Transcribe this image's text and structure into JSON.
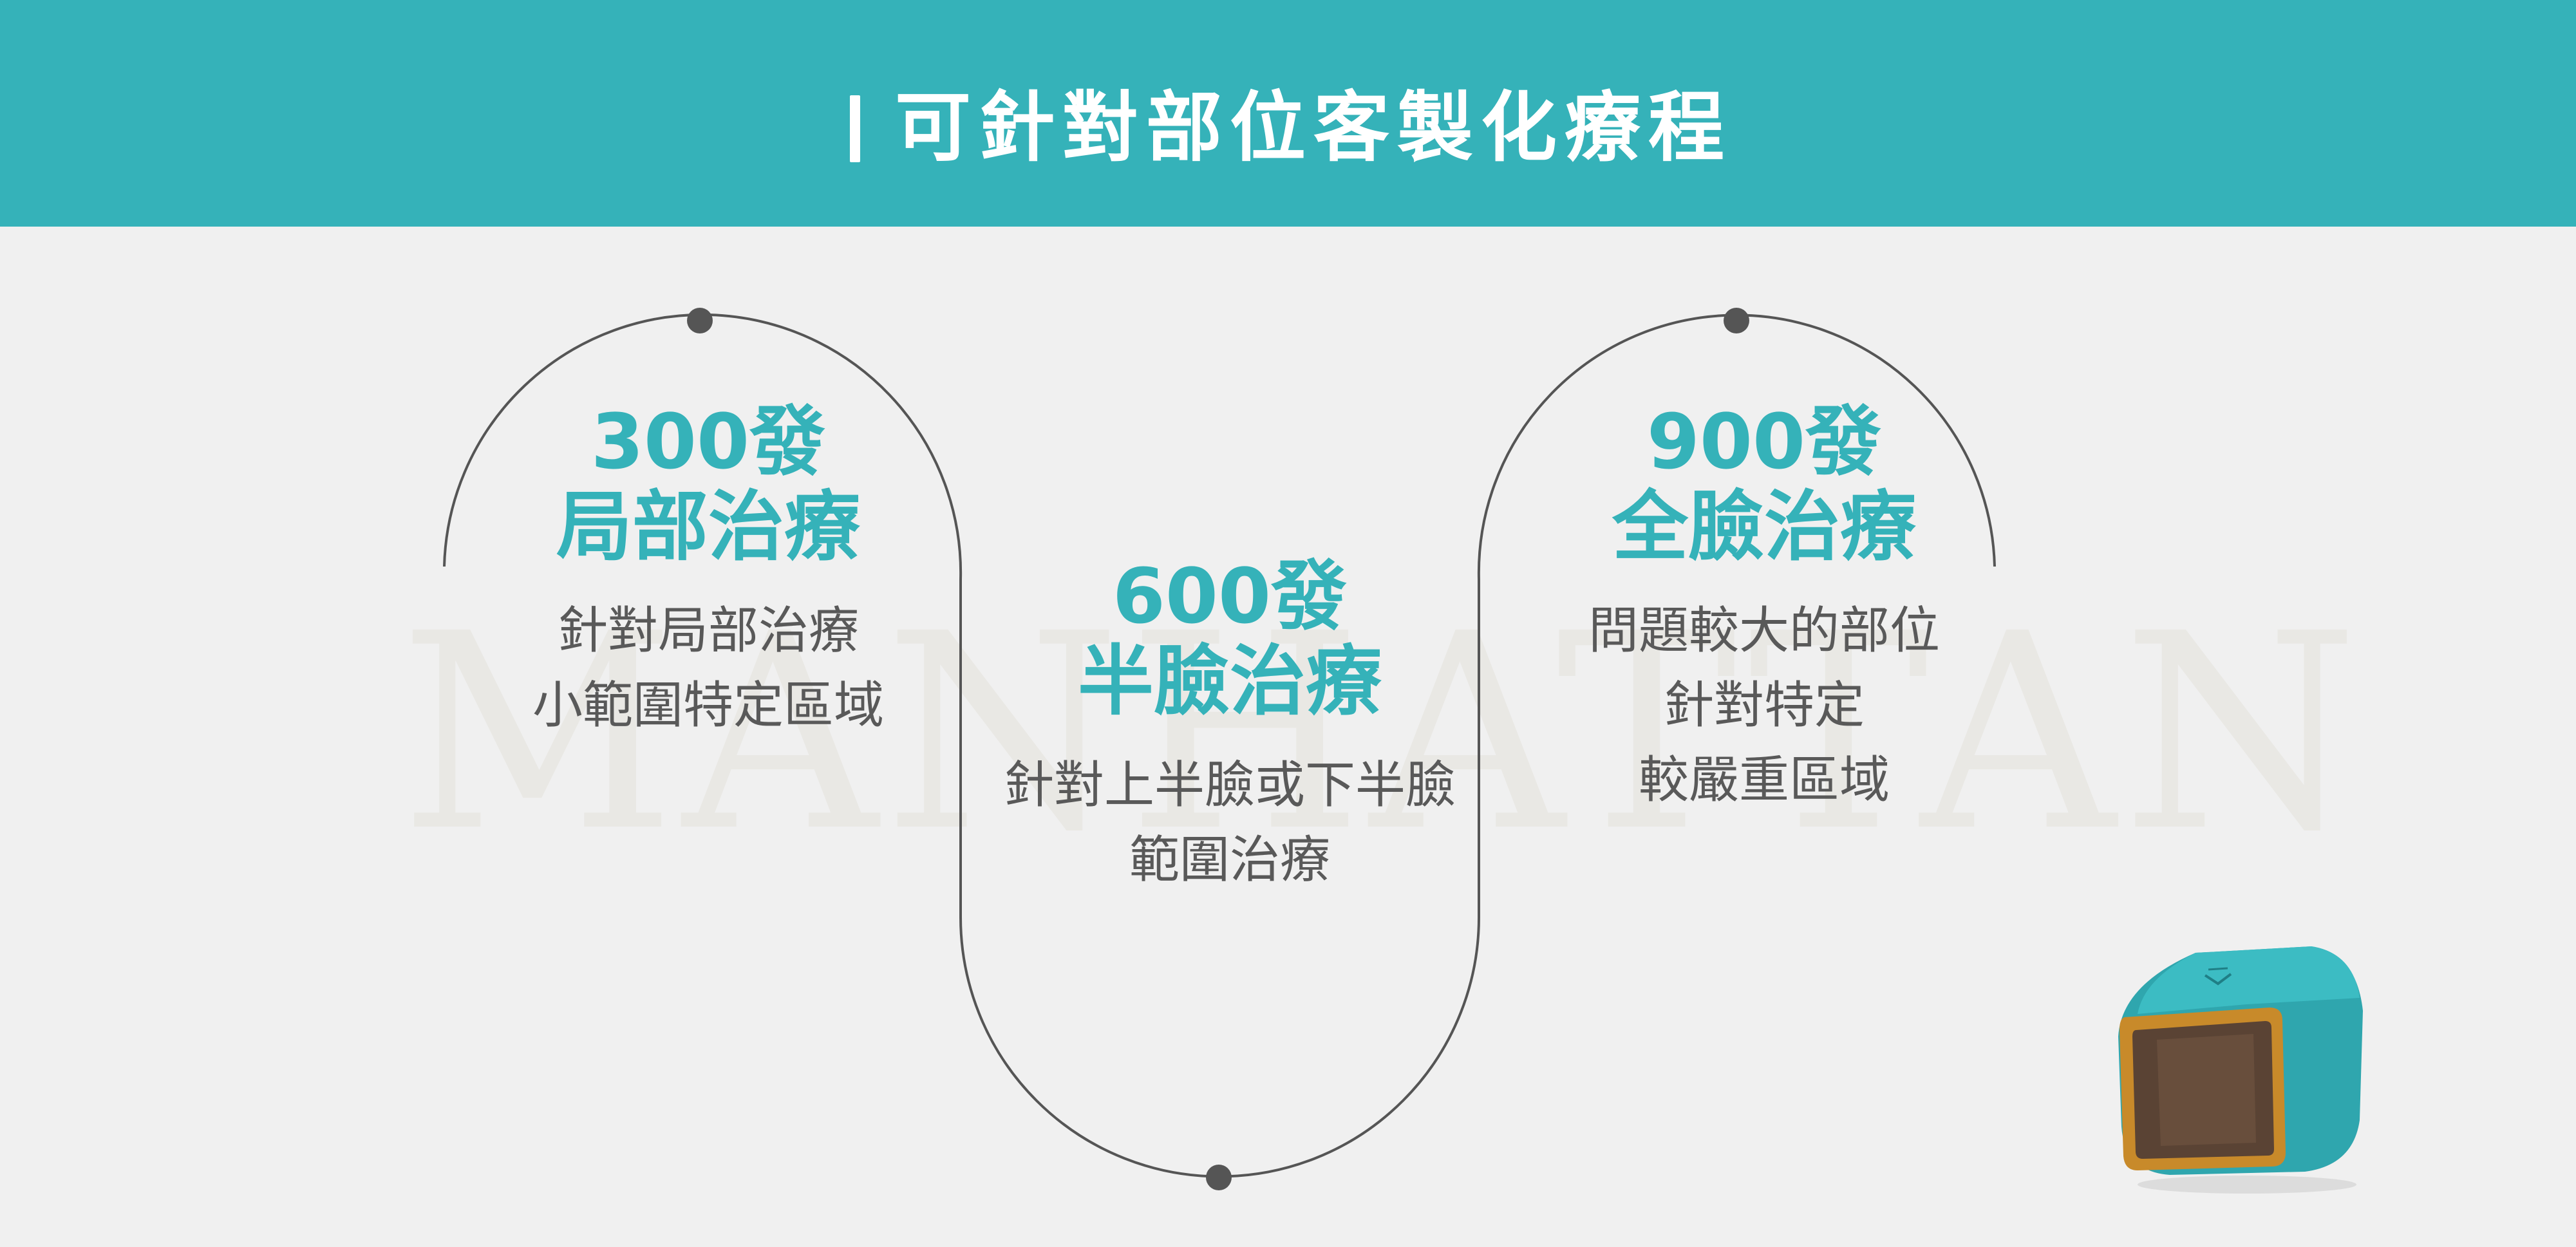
{
  "header": {
    "title": "可針對部位客製化療程"
  },
  "watermark": {
    "text": "MANHATTAN"
  },
  "panels": [
    {
      "count": "300發",
      "label": "局部治療",
      "desc": [
        "針對局部治療",
        "小範圍特定區域"
      ]
    },
    {
      "count": "600發",
      "label": "半臉治療",
      "desc": [
        "針對上半臉或下半臉",
        "範圍治療"
      ]
    },
    {
      "count": "900發",
      "label": "全臉治療",
      "desc": [
        "問題較大的部位",
        "針對特定",
        "較嚴重區域"
      ]
    }
  ],
  "colors": {
    "accent": "#35b2b9",
    "background": "#f0f0f0",
    "text": "#595959",
    "line": "#555555"
  },
  "icons": {
    "product": "teal-cube-device-icon"
  }
}
